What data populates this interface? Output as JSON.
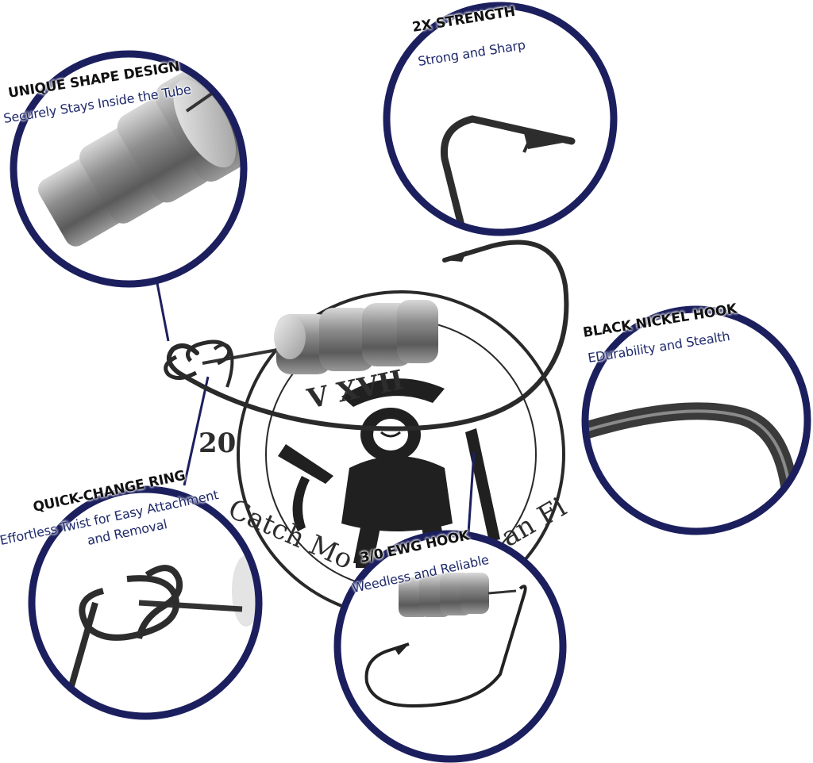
{
  "colors": {
    "ring": "#1c1f5e",
    "metal_dark": "#2b2b2b",
    "metal_light": "#c9c9c9"
  },
  "callouts": {
    "shape": {
      "title": "UNIQUE SHAPE DESIGN",
      "subtitle": "Securely Stays Inside the Tube"
    },
    "strength": {
      "title": "2X STRENGTH",
      "subtitle": "Strong and Sharp"
    },
    "nickel": {
      "title": "BLACK NICKEL HOOK",
      "subtitle": "EDurability and Stealth"
    },
    "ring": {
      "title": "QUICK-CHANGE RING",
      "subtitle_line1": "Effortless Twist for Easy Attachment",
      "subtitle_line2": "and Removal"
    },
    "ewg": {
      "title": "3/0 EWG HOOK",
      "subtitle": "Weedless and Reliable"
    }
  },
  "watermark": {
    "number": "20",
    "motto": "Catch Mo",
    "motto_tail": "an Fi",
    "crest": "V  XVII"
  }
}
